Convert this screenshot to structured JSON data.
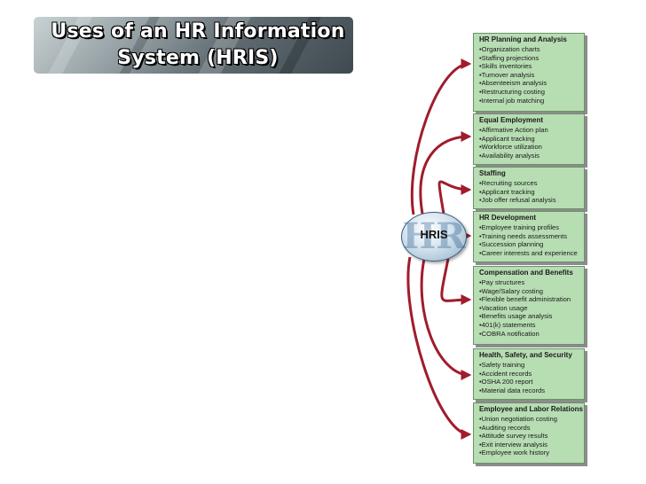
{
  "title": {
    "line1": "Uses of an HR Information",
    "line2": "System (HRIS)"
  },
  "hub": {
    "label": "HRIS",
    "watermark": "HR"
  },
  "colors": {
    "box_fill": "#b7ddb3",
    "connector": "#a01c2c",
    "hub": "#d8e6f0"
  },
  "categories": [
    {
      "title": "HR Planning and Analysis",
      "items": [
        "Organization charts",
        "Staffing projections",
        "Skills inventories",
        "Turnover analysis",
        "Absenteeism analysis",
        "Restructuring costing",
        "Internal job matching"
      ]
    },
    {
      "title": "Equal Employment",
      "items": [
        "Affirmative Action plan",
        "Applicant tracking",
        "Workforce utilization",
        "Availability analysis"
      ]
    },
    {
      "title": "Staffing",
      "items": [
        "Recruiting sources",
        "Applicant tracking",
        "Job offer refusal analysis"
      ]
    },
    {
      "title": "HR Development",
      "items": [
        "Employee training profiles",
        "Training needs assessments",
        "Succession planning",
        "Career interests and experience"
      ]
    },
    {
      "title": "Compensation and Benefits",
      "items": [
        "Pay structures",
        "Wage/Salary costing",
        "Flexible benefit administration",
        "Vacation usage",
        "Benefits usage analysis",
        "401(k) statements",
        "COBRA notification"
      ]
    },
    {
      "title": "Health, Safety, and Security",
      "items": [
        "Safety training",
        "Accident records",
        "OSHA 200 report",
        "Material data records"
      ]
    },
    {
      "title": "Employee and Labor Relations",
      "items": [
        "Union negotiation costing",
        "Auditing records",
        "Attitude survey results",
        "Exit interview analysis",
        "Employee work history"
      ]
    }
  ]
}
